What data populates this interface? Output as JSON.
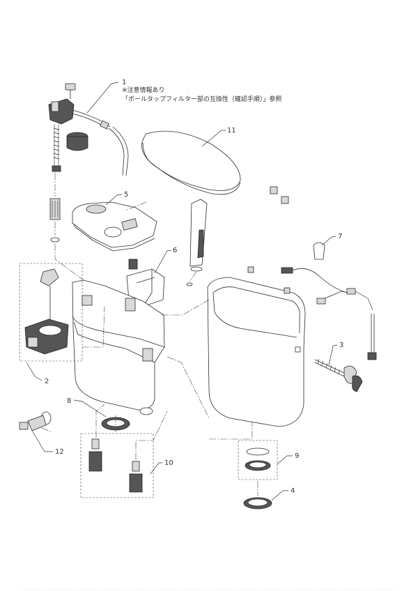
{
  "callouts": {
    "c1": "1",
    "c2": "2",
    "c3": "3",
    "c4": "4",
    "c5": "5",
    "c6": "6",
    "c7": "7",
    "c8": "8",
    "c9": "9",
    "c10": "10",
    "c11": "11",
    "c12": "12"
  },
  "note": {
    "line1": "※注意情報あり",
    "line2": "「ボールタップフィルター部の互換性（確認手順）」参照"
  }
}
